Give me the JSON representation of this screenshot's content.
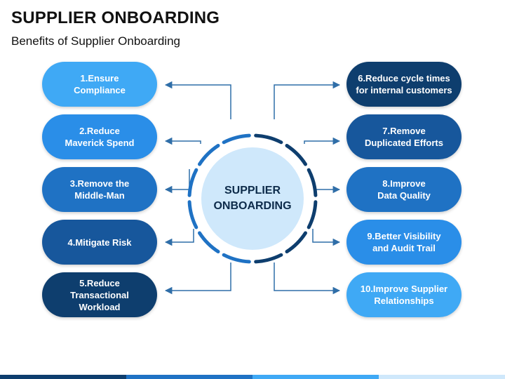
{
  "title": "SUPPLIER ONBOARDING",
  "subtitle": "Benefits of Supplier Onboarding",
  "center": {
    "label": "SUPPLIER\nONBOARDING"
  },
  "left_items": [
    {
      "label": "1.Ensure\nCompliance",
      "color": "#3fa9f5"
    },
    {
      "label": "2.Reduce\nMaverick Spend",
      "color": "#2a8ee8"
    },
    {
      "label": "3.Remove the\nMiddle-Man",
      "color": "#1f72c4"
    },
    {
      "label": "4.Mitigate Risk",
      "color": "#17579c"
    },
    {
      "label": "5.Reduce Transactional\nWorkload",
      "color": "#0e3e6e"
    }
  ],
  "right_items": [
    {
      "label": "6.Reduce cycle times\nfor internal customers",
      "color": "#0e3e6e"
    },
    {
      "label": "7.Remove\nDuplicated Efforts",
      "color": "#17579c"
    },
    {
      "label": "8.Improve\nData Quality",
      "color": "#1f72c4"
    },
    {
      "label": "9.Better Visibility\nand Audit Trail",
      "color": "#2a8ee8"
    },
    {
      "label": "10.Improve Supplier\nRelationships",
      "color": "#3fa9f5"
    }
  ],
  "colors": {
    "ring_dark": "#0e3e6e",
    "ring_mid": "#1f72c4",
    "center_fill": "#cfe8fb",
    "connector": "#2f6ea8",
    "bottom_bar": [
      "#0e3e6e",
      "#1f72c4",
      "#3fa9f5",
      "#cfe8fb"
    ]
  }
}
